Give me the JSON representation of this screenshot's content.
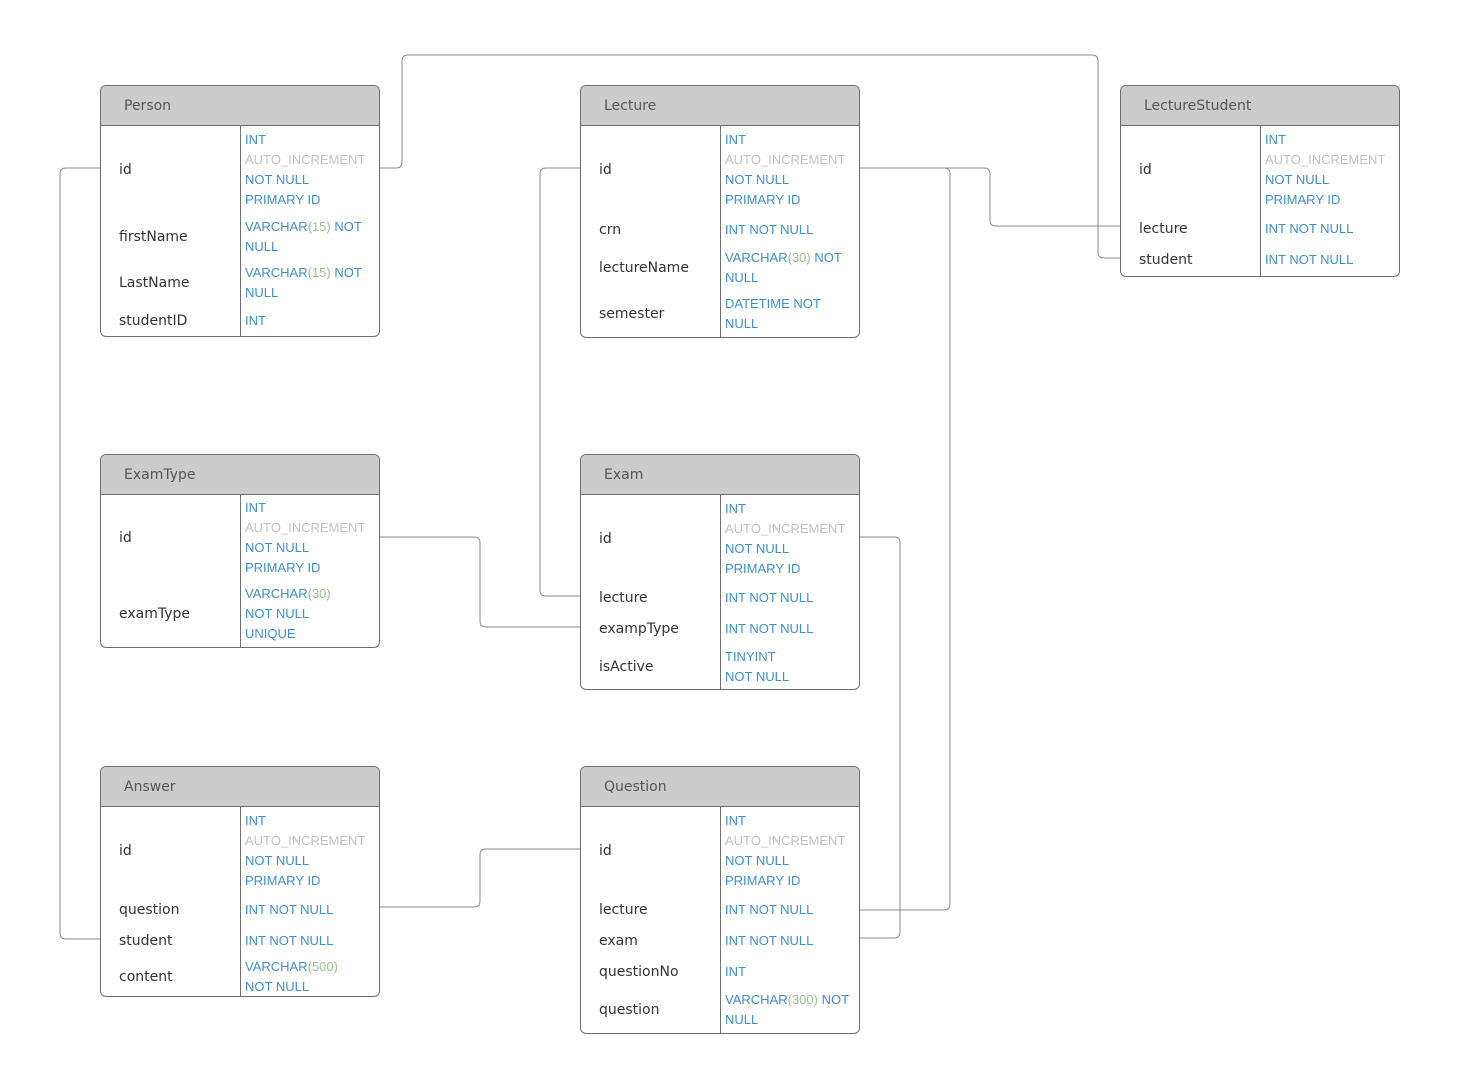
{
  "colors": {
    "header_bg": "#cccccc",
    "border": "#6f6f6f",
    "type_text": "#3d8fd1",
    "auto_increment_text": "#c2c2c2",
    "length_number_text": "#9bc091",
    "connector": "#8a8a8a"
  },
  "entities": {
    "person": {
      "title": "Person",
      "fields": [
        {
          "name": "id",
          "type": [
            [
              [
                "INT",
                "t"
              ]
            ],
            [
              [
                "AUTO_INCREMENT",
                "g"
              ]
            ],
            [
              [
                "NOT NULL",
                "t"
              ]
            ],
            [
              [
                "PRIMARY ID",
                "t"
              ]
            ]
          ]
        },
        {
          "name": "firstName",
          "type": [
            [
              [
                "VARCHAR",
                "t"
              ],
              [
                "(15)",
                "n"
              ],
              [
                " NOT",
                "t"
              ]
            ],
            [
              [
                "NULL",
                "t"
              ]
            ]
          ]
        },
        {
          "name": "LastName",
          "type": [
            [
              [
                "VARCHAR",
                "t"
              ],
              [
                "(15)",
                "n"
              ],
              [
                " NOT",
                "t"
              ]
            ],
            [
              [
                "NULL",
                "t"
              ]
            ]
          ]
        },
        {
          "name": "studentID",
          "type": [
            [
              [
                "INT",
                "t"
              ]
            ]
          ]
        }
      ]
    },
    "lecture": {
      "title": "Lecture",
      "fields": [
        {
          "name": "id",
          "type": [
            [
              [
                "INT",
                "t"
              ]
            ],
            [
              [
                "AUTO_INCREMENT",
                "g"
              ]
            ],
            [
              [
                "NOT NULL",
                "t"
              ]
            ],
            [
              [
                "PRIMARY ID",
                "t"
              ]
            ]
          ]
        },
        {
          "name": "crn",
          "type": [
            [
              [
                "INT NOT NULL",
                "t"
              ]
            ]
          ]
        },
        {
          "name": "lectureName",
          "type": [
            [
              [
                "VARCHAR",
                "t"
              ],
              [
                "(30)",
                "n"
              ],
              [
                " NOT",
                "t"
              ]
            ],
            [
              [
                "NULL",
                "t"
              ]
            ]
          ]
        },
        {
          "name": "semester",
          "type": [
            [
              [
                "DATETIME NOT",
                "t"
              ]
            ],
            [
              [
                "NULL",
                "t"
              ]
            ]
          ]
        }
      ]
    },
    "lecture_student": {
      "title": "LectureStudent",
      "fields": [
        {
          "name": "id",
          "type": [
            [
              [
                "INT",
                "t"
              ]
            ],
            [
              [
                "AUTO_INCREMENT",
                "g"
              ]
            ],
            [
              [
                "NOT NULL",
                "t"
              ]
            ],
            [
              [
                "PRIMARY ID",
                "t"
              ]
            ]
          ]
        },
        {
          "name": "lecture",
          "type": [
            [
              [
                "INT NOT NULL",
                "t"
              ]
            ]
          ]
        },
        {
          "name": "student",
          "type": [
            [
              [
                "INT NOT NULL",
                "t"
              ]
            ]
          ]
        }
      ]
    },
    "exam_type": {
      "title": "ExamType",
      "fields": [
        {
          "name": "id",
          "type": [
            [
              [
                "INT",
                "t"
              ]
            ],
            [
              [
                "AUTO_INCREMENT",
                "g"
              ]
            ],
            [
              [
                "NOT NULL",
                "t"
              ]
            ],
            [
              [
                "PRIMARY ID",
                "t"
              ]
            ]
          ]
        },
        {
          "name": "examType",
          "type": [
            [
              [
                "VARCHAR",
                "t"
              ],
              [
                "(30)",
                "n"
              ]
            ],
            [
              [
                "NOT NULL",
                "t"
              ]
            ],
            [
              [
                "UNIQUE",
                "t"
              ]
            ]
          ]
        }
      ]
    },
    "exam": {
      "title": "Exam",
      "fields": [
        {
          "name": "id",
          "type": [
            [
              [
                "INT",
                "t"
              ]
            ],
            [
              [
                "AUTO_INCREMENT",
                "g"
              ]
            ],
            [
              [
                "NOT NULL",
                "t"
              ]
            ],
            [
              [
                "PRIMARY ID",
                "t"
              ]
            ]
          ]
        },
        {
          "name": "lecture",
          "type": [
            [
              [
                "INT NOT NULL",
                "t"
              ]
            ]
          ]
        },
        {
          "name": "exampType",
          "type": [
            [
              [
                "INT NOT NULL",
                "t"
              ]
            ]
          ]
        },
        {
          "name": "isActive",
          "type": [
            [
              [
                "TINYINT",
                "t"
              ]
            ],
            [
              [
                "NOT NULL",
                "t"
              ]
            ]
          ]
        }
      ]
    },
    "answer": {
      "title": "Answer",
      "fields": [
        {
          "name": "id",
          "type": [
            [
              [
                "INT",
                "t"
              ]
            ],
            [
              [
                "AUTO_INCREMENT",
                "g"
              ]
            ],
            [
              [
                "NOT NULL",
                "t"
              ]
            ],
            [
              [
                "PRIMARY ID",
                "t"
              ]
            ]
          ]
        },
        {
          "name": "question",
          "type": [
            [
              [
                "INT NOT NULL",
                "t"
              ]
            ]
          ]
        },
        {
          "name": "student",
          "type": [
            [
              [
                "INT NOT NULL",
                "t"
              ]
            ]
          ]
        },
        {
          "name": "content",
          "type": [
            [
              [
                "VARCHAR",
                "t"
              ],
              [
                "(500)",
                "n"
              ]
            ],
            [
              [
                "NOT NULL",
                "t"
              ]
            ]
          ]
        }
      ]
    },
    "question": {
      "title": "Question",
      "fields": [
        {
          "name": "id",
          "type": [
            [
              [
                "INT",
                "t"
              ]
            ],
            [
              [
                "AUTO_INCREMENT",
                "g"
              ]
            ],
            [
              [
                "NOT NULL",
                "t"
              ]
            ],
            [
              [
                "PRIMARY ID",
                "t"
              ]
            ]
          ]
        },
        {
          "name": "lecture",
          "type": [
            [
              [
                "INT NOT NULL",
                "t"
              ]
            ]
          ]
        },
        {
          "name": "exam",
          "type": [
            [
              [
                "INT NOT NULL",
                "t"
              ]
            ]
          ]
        },
        {
          "name": "questionNo",
          "type": [
            [
              [
                "INT",
                "t"
              ]
            ]
          ]
        },
        {
          "name": "question",
          "type": [
            [
              [
                "VARCHAR",
                "t"
              ],
              [
                "(300)",
                "n"
              ],
              [
                " NOT",
                "t"
              ]
            ],
            [
              [
                "NULL",
                "t"
              ]
            ]
          ]
        }
      ]
    }
  }
}
